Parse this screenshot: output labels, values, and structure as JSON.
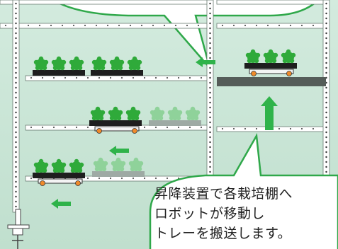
{
  "caption": {
    "lines": [
      "昇降装置で各栽培棚へ",
      "ロボットが移動し",
      "トレーを搬送します。"
    ]
  },
  "colors": {
    "background": "#c9e5d5",
    "frame": "#ffffff",
    "frame_edge": "#6a7a72",
    "plant": "#2faa3a",
    "plant_faded": "#8fd29a",
    "tray": "#1e1e1e",
    "tray_faded": "#9eaaa4",
    "robot_wheel": "#f08a2a",
    "arrow": "#2fb34a",
    "bubble_border": "#2fa84a"
  },
  "icons": {
    "arrow": "left-arrow-icon",
    "lift": "elevator-arrow-icon",
    "jack": "screw-jack-icon",
    "plant": "lettuce-icon"
  }
}
